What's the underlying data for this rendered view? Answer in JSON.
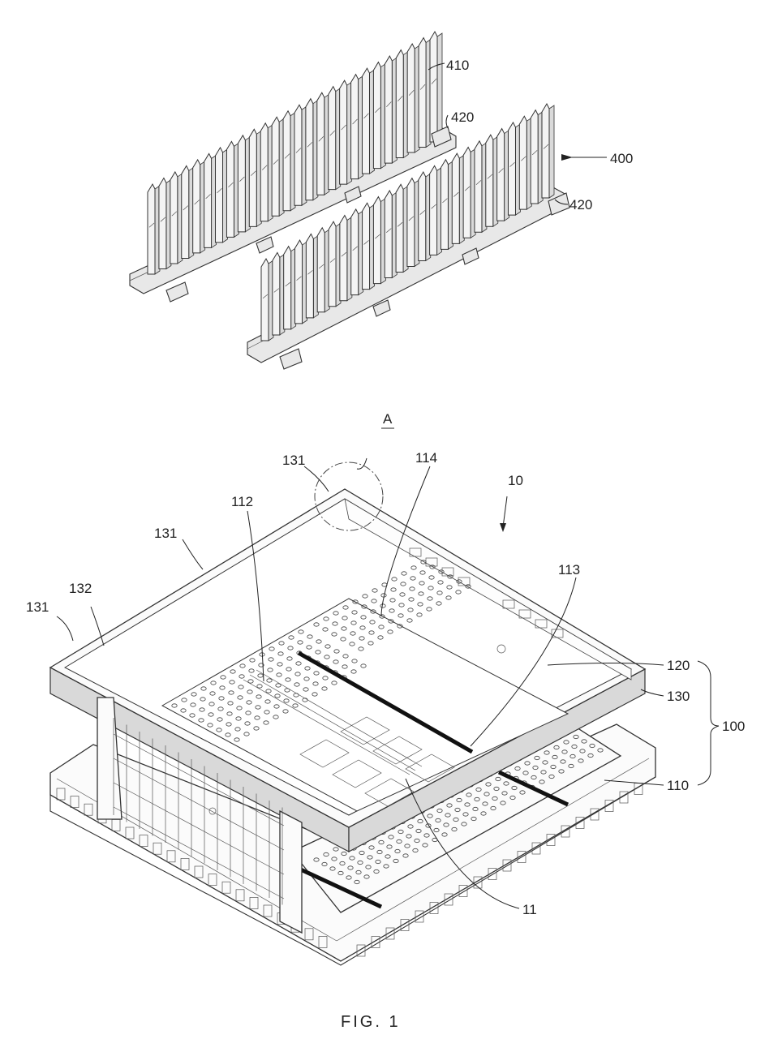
{
  "figure": {
    "caption": "FIG. 1",
    "labels": {
      "l410": "410",
      "l420a": "420",
      "l420b": "420",
      "l400": "400",
      "lA": "A",
      "l131a": "131",
      "l131b": "131",
      "l131c": "131",
      "l132": "132",
      "l112": "112",
      "l114": "114",
      "l10": "10",
      "l113": "113",
      "l120": "120",
      "l130": "130",
      "l100": "100",
      "l110": "110",
      "l11": "11"
    }
  }
}
